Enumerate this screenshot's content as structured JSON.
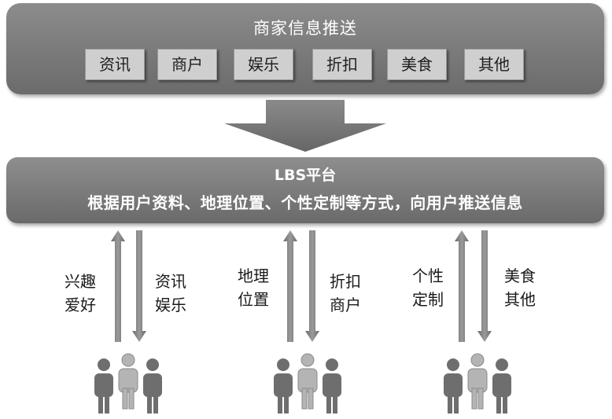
{
  "merchant_panel": {
    "title": "商家信息推送",
    "categories": [
      "资讯",
      "商户",
      "娱乐",
      "折扣",
      "美食",
      "其他"
    ]
  },
  "lbs_panel": {
    "title": "LBS平台",
    "description": "根据用户资料、地理位置、个性定制等方式，向用户推送信息"
  },
  "groups": [
    {
      "up_label": [
        "兴趣",
        "爱好"
      ],
      "down_label": [
        "资讯",
        "娱乐"
      ]
    },
    {
      "up_label": [
        "地理",
        "位置"
      ],
      "down_label": [
        "折扣",
        "商户"
      ]
    },
    {
      "up_label": [
        "个性",
        "定制"
      ],
      "down_label": [
        "美食",
        "其他"
      ]
    }
  ],
  "colors": {
    "panel": "#7a7a7a",
    "arrow": "#777777",
    "button": "#cfcfcf",
    "user_dark": "#6e6e6e",
    "user_light": "#b0b0b0"
  }
}
